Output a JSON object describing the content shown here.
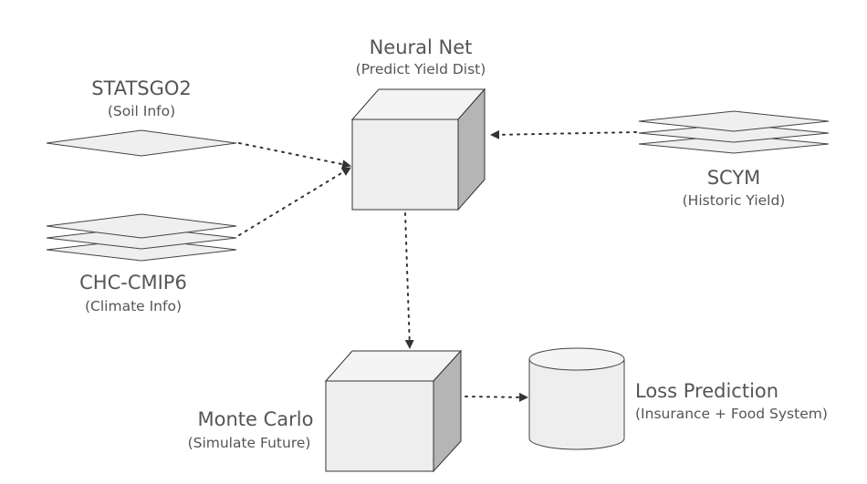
{
  "nodes": {
    "neural_net": {
      "title": "Neural Net",
      "subtitle": "(Predict Yield Dist)"
    },
    "statsgo2": {
      "title": "STATSGO2",
      "subtitle": "(Soil Info)"
    },
    "chc_cmip6": {
      "title": "CHC-CMIP6",
      "subtitle": "(Climate Info)"
    },
    "scym": {
      "title": "SCYM",
      "subtitle": "(Historic Yield)"
    },
    "monte_carlo": {
      "title": "Monte Carlo",
      "subtitle": "(Simulate Future)"
    },
    "loss_prediction": {
      "title": "Loss Prediction",
      "subtitle": "(Insurance + Food System)"
    }
  },
  "edges": [
    {
      "from": "statsgo2",
      "to": "neural_net",
      "style": "dotted"
    },
    {
      "from": "chc_cmip6",
      "to": "neural_net",
      "style": "dotted"
    },
    {
      "from": "scym",
      "to": "neural_net",
      "style": "dotted"
    },
    {
      "from": "neural_net",
      "to": "monte_carlo",
      "style": "dotted"
    },
    {
      "from": "monte_carlo",
      "to": "loss_prediction",
      "style": "dotted"
    }
  ],
  "colors": {
    "stroke": "#333333",
    "cube_front": "#eeeeee",
    "cube_side": "#b5b5b5",
    "text": "#555555"
  }
}
